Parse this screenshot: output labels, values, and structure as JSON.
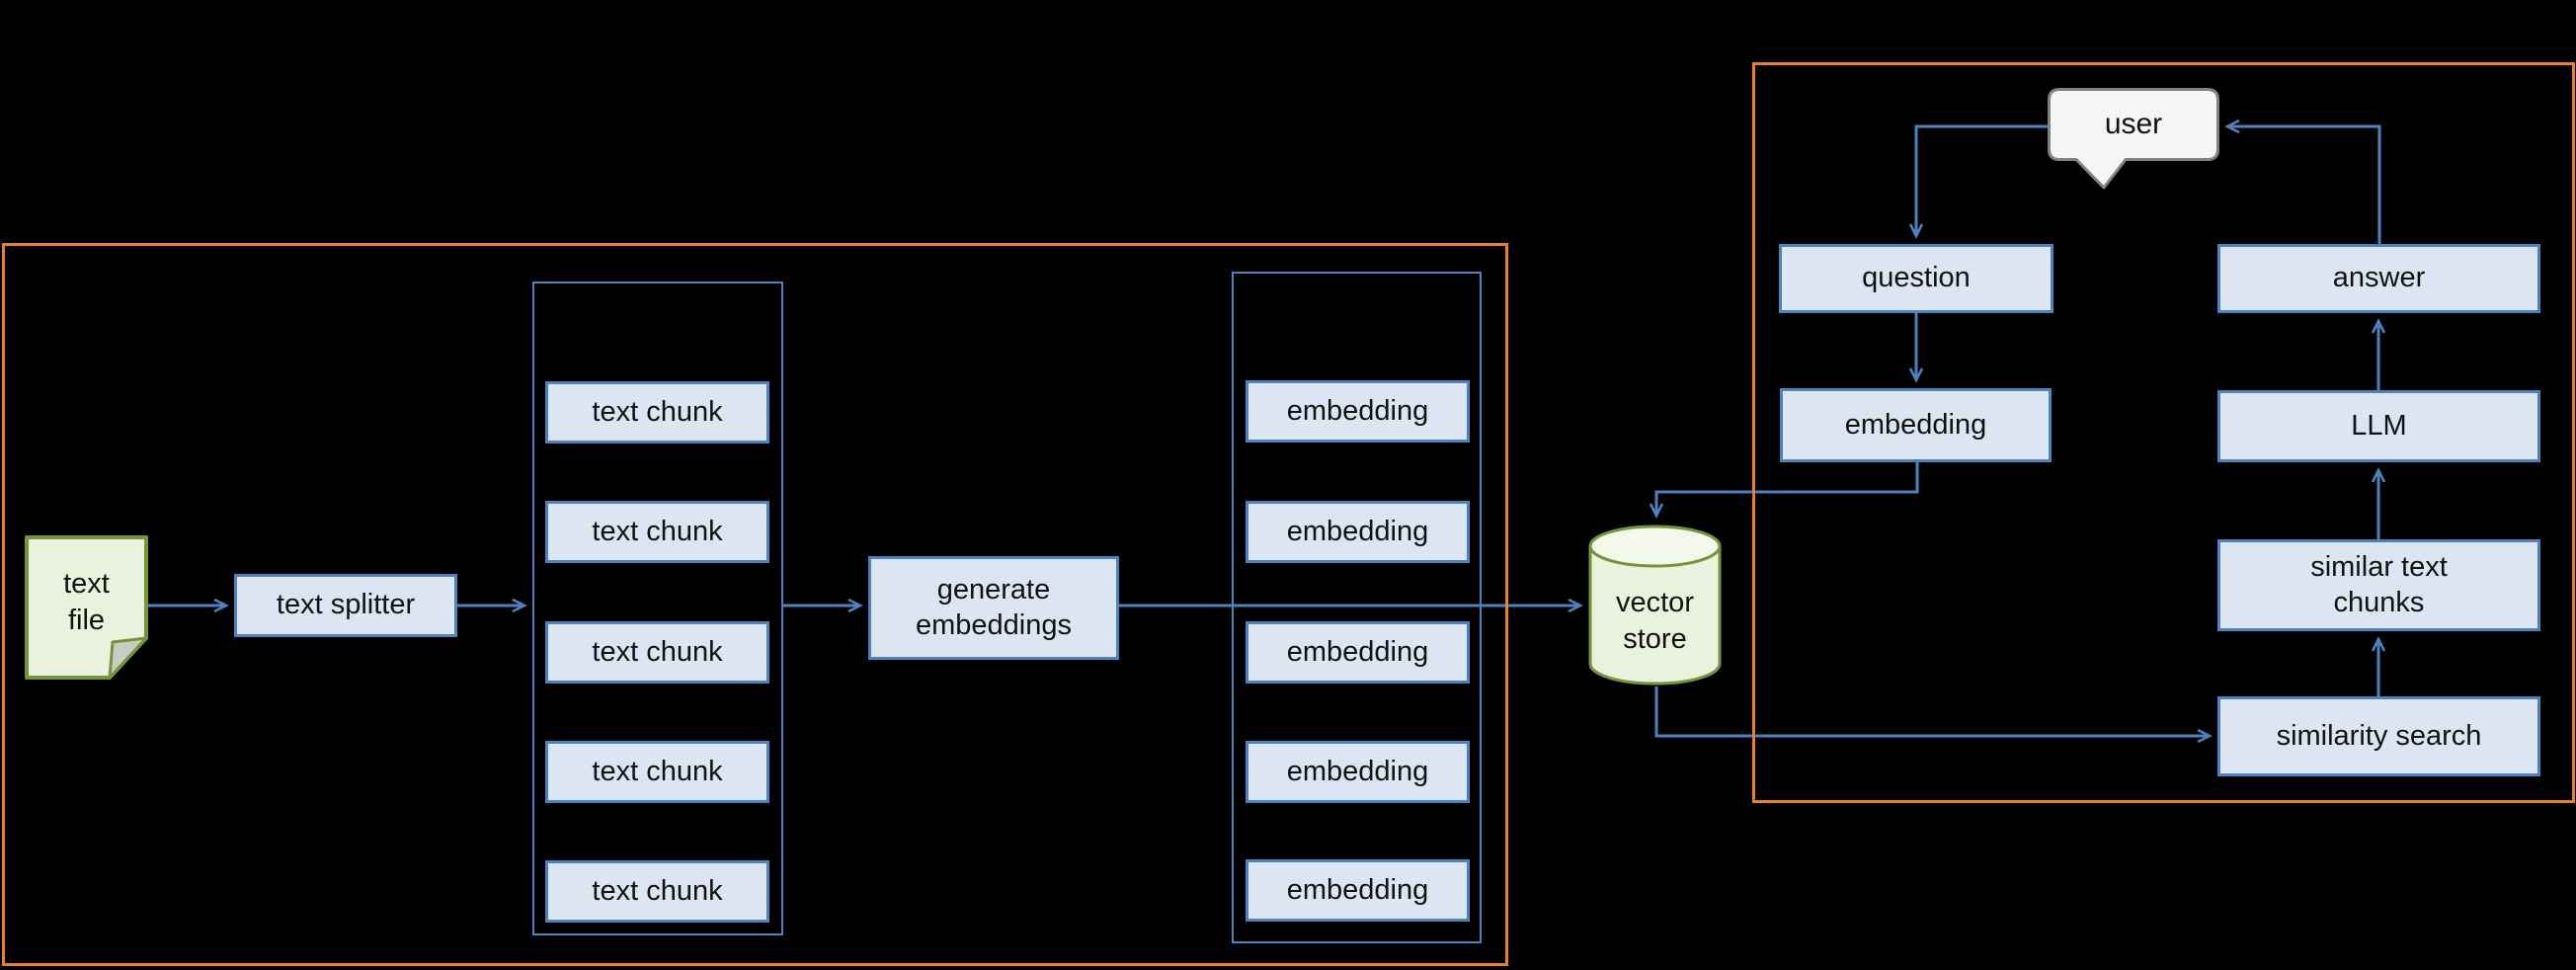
{
  "colors": {
    "background": "#000000",
    "accent_blue": "#4f81bd",
    "box_fill_blue": "#dce6f2",
    "orange_frame": "#e8812d",
    "green_border": "#77933c",
    "green_fill": "#eaf1dd",
    "bubble_fill": "#f5f5f5",
    "bubble_border": "#808080",
    "text": "#111111"
  },
  "ingest": {
    "file_label": "text\nfile",
    "splitter_label": "text splitter",
    "chunks": [
      "text chunk",
      "text chunk",
      "text chunk",
      "text chunk",
      "text chunk"
    ],
    "generate_label": "generate\nembeddings",
    "embeddings": [
      "embedding",
      "embedding",
      "embedding",
      "embedding",
      "embedding"
    ],
    "store_label": "vector\nstore"
  },
  "query": {
    "user_label": "user",
    "question_label": "question",
    "embedding_label": "embedding",
    "answer_label": "answer",
    "llm_label": "LLM",
    "similar_label": "similar text\nchunks",
    "search_label": "similarity search"
  }
}
